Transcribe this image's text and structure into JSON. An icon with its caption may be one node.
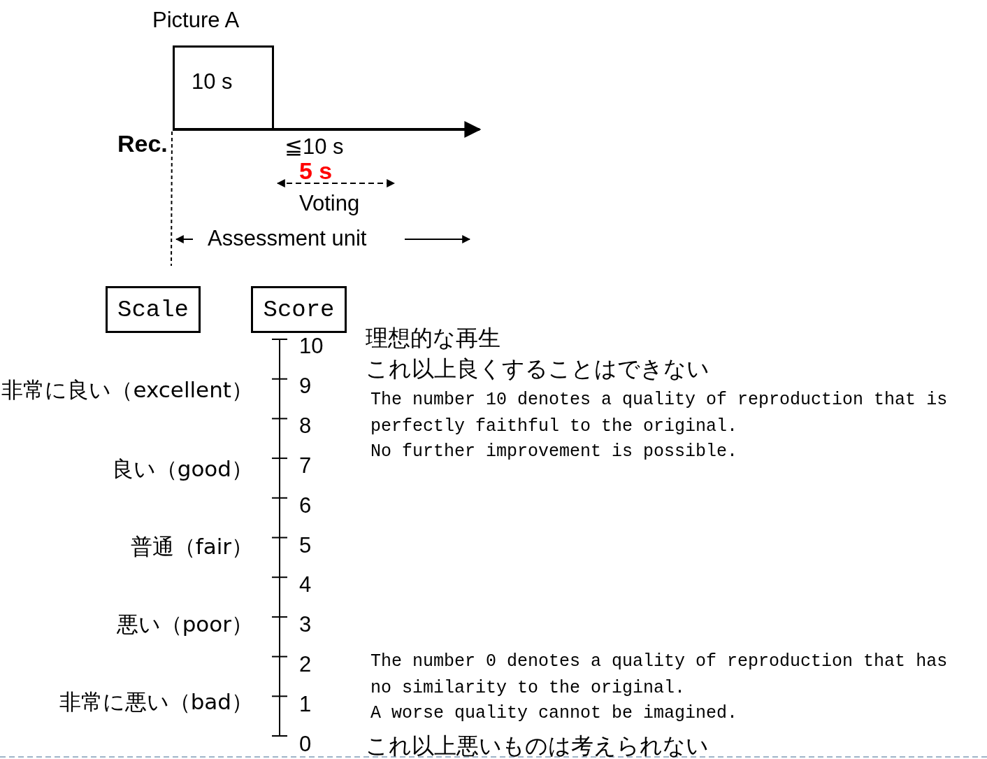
{
  "diagram": {
    "nodes": [
      {
        "text": [
          "Picture A",
          "10 s"
        ]
      },
      {
        "text": [
          "Scale"
        ]
      },
      {
        "text": [
          "Score"
        ]
      }
    ],
    "edges": [],
    "labels": [
      "Rec.",
      "≦10 s",
      "5 s",
      "Voting",
      "Assessment unit",
      "10",
      "理想的な再生",
      "これ以上良くすることはできない",
      "非常に良い（excellent）",
      "9",
      "The number 10 denotes a quality of reproduction that is perfectly faithful to the original.",
      "No further improvement is possible.",
      "8",
      "良い（good）",
      "7",
      "6",
      "普通（fair）",
      "5",
      "4",
      "悪い（poor）",
      "3",
      "2",
      "The number 0 denotes a quality of reproduction that has no similarity to the original.",
      "A worse quality cannot be imagined.",
      "非常に悪い（bad）",
      "1",
      "0",
      "これ以上悪いものは考えられない"
    ]
  }
}
